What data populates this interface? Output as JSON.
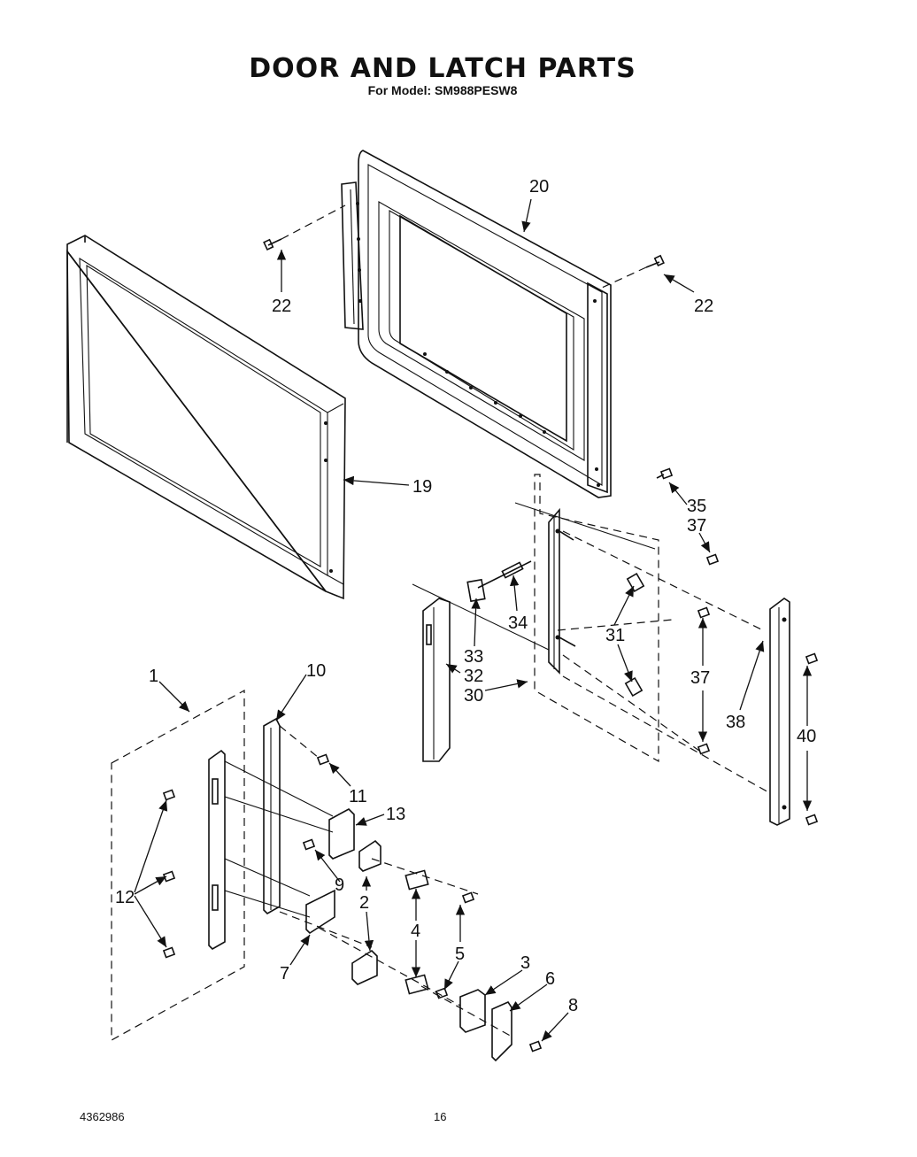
{
  "header": {
    "title": "DOOR AND LATCH PARTS",
    "subtitle": "For Model: SM988PESW8"
  },
  "footer": {
    "doc_number": "4362986",
    "page_number": "16"
  },
  "callouts": {
    "c1": "1",
    "c2": "2",
    "c3": "3",
    "c4": "4",
    "c5": "5",
    "c6": "6",
    "c7": "7",
    "c8": "8",
    "c9": "9",
    "c10": "10",
    "c11": "11",
    "c12": "12",
    "c13": "13",
    "c19": "19",
    "c20": "20",
    "c22a": "22",
    "c22b": "22",
    "c30": "30",
    "c31": "31",
    "c32": "32",
    "c33": "33",
    "c34": "34",
    "c35": "35",
    "c37a": "37",
    "c37b": "37",
    "c38": "38",
    "c40": "40"
  }
}
